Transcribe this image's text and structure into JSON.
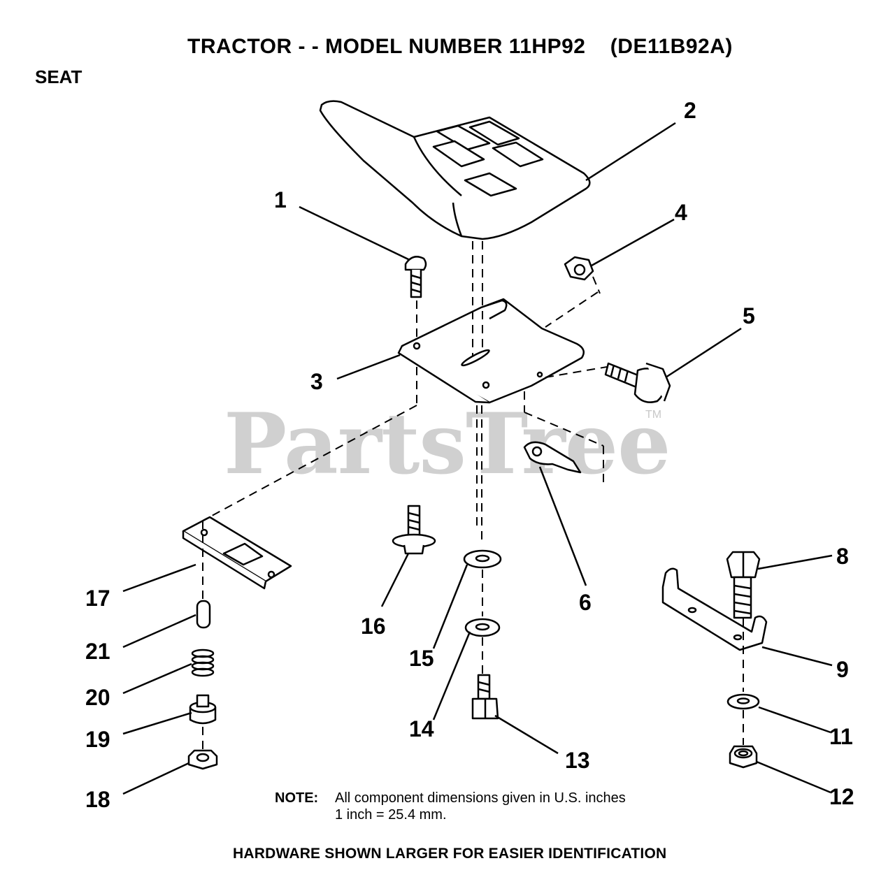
{
  "header": {
    "title": "TRACTOR - - MODEL NUMBER 11HP92    (DE11B92A)",
    "section": "SEAT"
  },
  "watermark": {
    "brand": "PartsTree",
    "tm": "TM"
  },
  "callouts": [
    "1",
    "2",
    "3",
    "4",
    "5",
    "6",
    "8",
    "9",
    "11",
    "12",
    "13",
    "14",
    "15",
    "16",
    "17",
    "18",
    "19",
    "20",
    "21"
  ],
  "note": {
    "label": "NOTE:",
    "line1": "All component dimensions given in U.S. inches",
    "line2": "1 inch = 25.4 mm."
  },
  "footer": "HARDWARE SHOWN LARGER FOR EASIER IDENTIFICATION"
}
